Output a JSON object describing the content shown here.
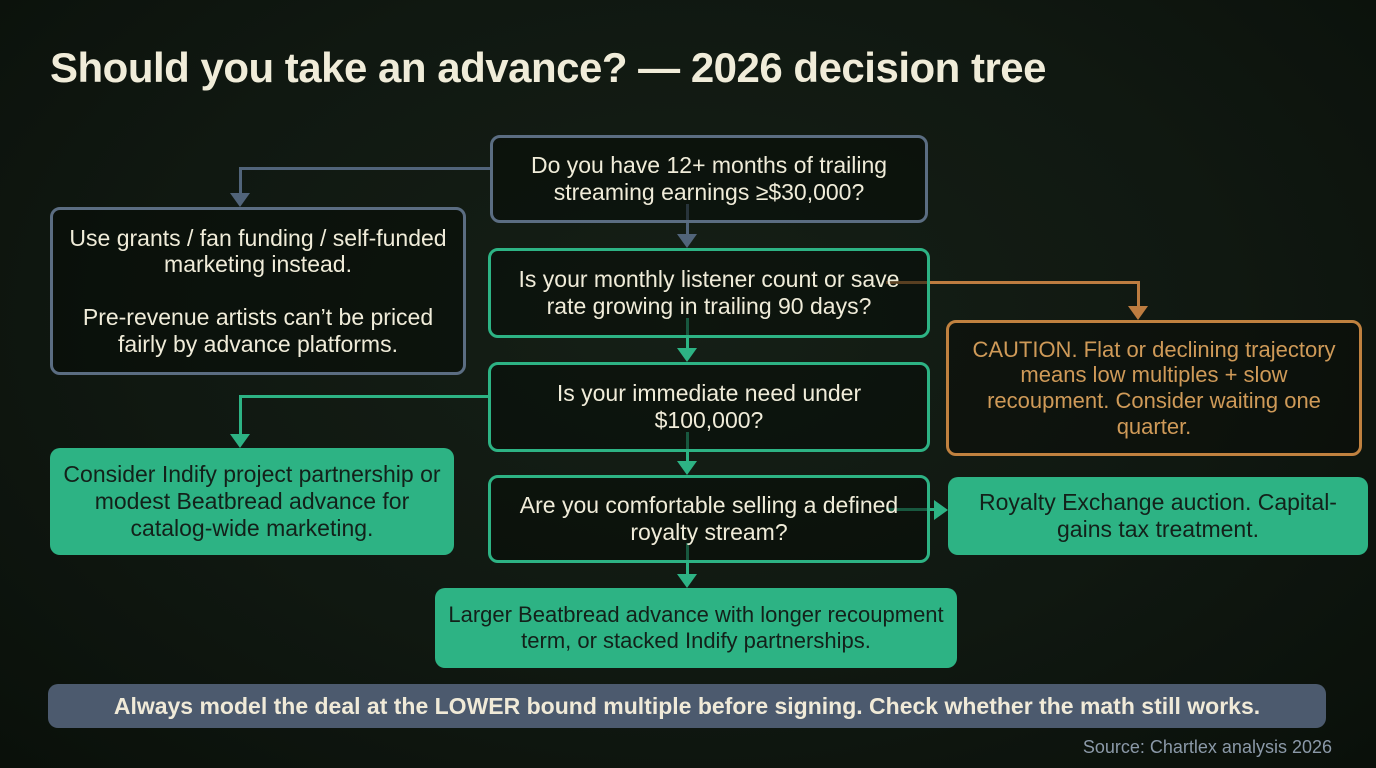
{
  "title": "Should you take an advance? — 2026 decision tree",
  "colors": {
    "background": "#101811",
    "slate_accent": "#5b6d82",
    "green_accent": "#2db384",
    "orange_accent": "#c0813f",
    "cream_text": "#f0ecd9",
    "banner_fill": "#4c5a6e"
  },
  "tree": {
    "q_trailing": "Do you have 12+ months of trailing streaming earnings ≥$30,000?",
    "no_revenue_line1": "Use grants / fan funding / self-funded marketing instead.",
    "no_revenue_line2": "Pre-revenue artists can’t be priced fairly by advance platforms.",
    "q_growth": "Is your monthly listener count or save rate growing in trailing 90 days?",
    "caution": "CAUTION. Flat or declining trajectory means low multiples + slow recoupment. Consider waiting one quarter.",
    "q_need": "Is your immediate need under $100,000?",
    "indify_partnership": "Consider Indify project partnership or modest Beatbread advance for catalog-wide marketing.",
    "q_royalty": "Are you comfortable selling a defined royalty stream?",
    "royalty_exchange": "Royalty Exchange auction. Capital-gains tax treatment.",
    "beatbread_larger": "Larger Beatbread advance with longer recoupment term, or stacked Indify partnerships."
  },
  "footer": {
    "banner": "Always model the deal at the LOWER bound multiple before signing. Check whether the math still works.",
    "source": "Source: Chartlex analysis 2026"
  }
}
